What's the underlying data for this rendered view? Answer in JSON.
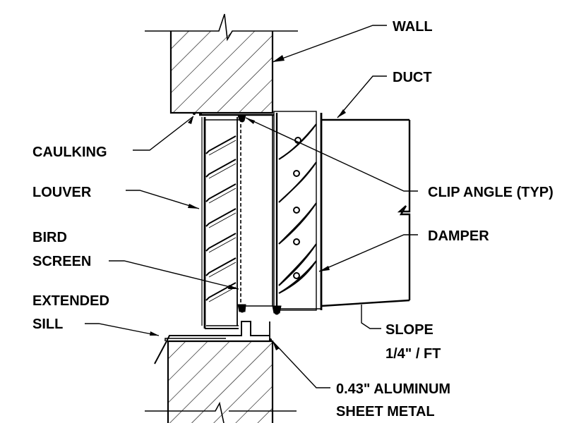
{
  "labels": {
    "wall": "WALL",
    "duct": "DUCT",
    "caulking": "CAULKING",
    "louver": "LOUVER",
    "clip_angle": "CLIP ANGLE (TYP)",
    "bird": "BIRD",
    "screen": "SCREEN",
    "damper": "DAMPER",
    "extended": "EXTENDED",
    "sill": "SILL",
    "slope": "SLOPE",
    "slope_value": "1/4\" / FT",
    "aluminum": "0.43\" ALUMINUM",
    "sheet_metal": "SHEET METAL"
  },
  "colors": {
    "ink": "#000000",
    "background": "#ffffff"
  }
}
